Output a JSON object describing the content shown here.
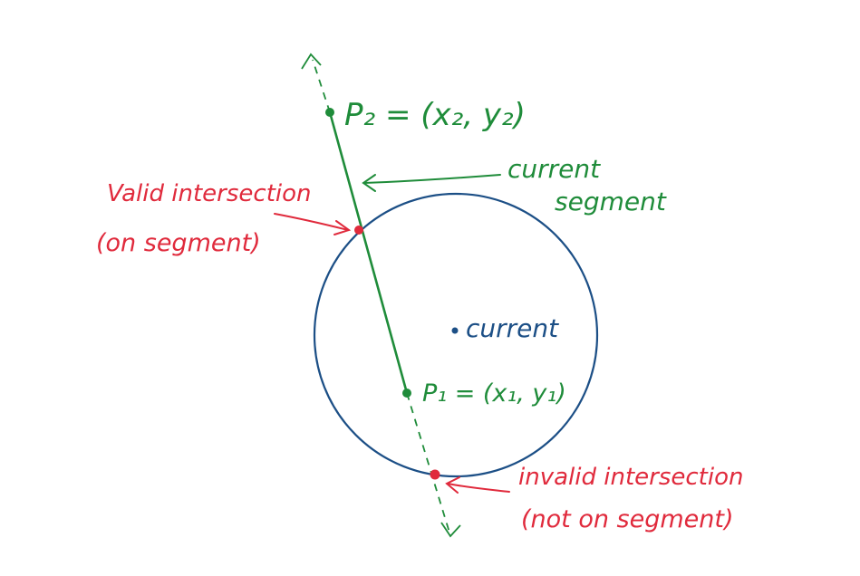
{
  "labels": {
    "p2": "P₂ = (x₂, y₂)",
    "p1": "P₁ = (x₁, y₁)",
    "current_segment_line1": "current",
    "current_segment_line2": "segment",
    "valid_line1": "Valid intersection",
    "valid_line2": "(on segment)",
    "center": "current",
    "invalid_line1": "invalid intersection",
    "invalid_line2": "(not on segment)"
  },
  "colors": {
    "segment": "#1f8c3a",
    "circle": "#1c4f86",
    "valid": "#e02a3c",
    "invalid": "#e02a3c"
  }
}
